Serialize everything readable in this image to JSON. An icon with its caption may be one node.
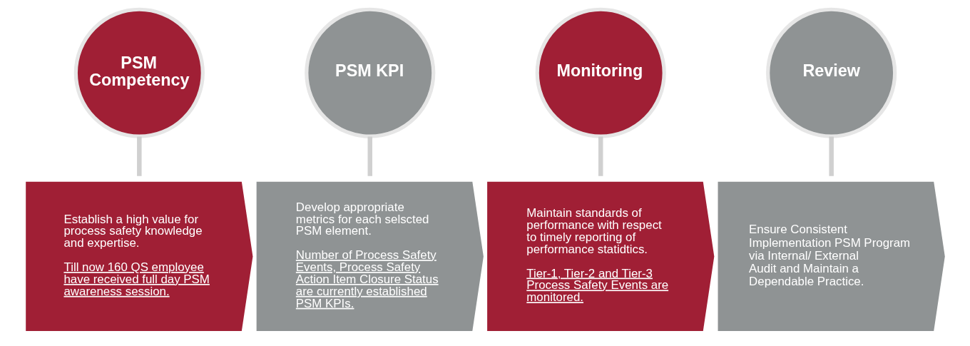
{
  "diagram": {
    "nodes": [
      {
        "text": [
          "PSM Competency"
        ]
      },
      {
        "text": [
          "PSM KPI"
        ]
      },
      {
        "text": [
          "Monitoring"
        ]
      },
      {
        "text": [
          "Review"
        ]
      },
      {
        "text": [
          "Establish a high value for process safety knowledge and expertise.",
          "Till now 160 QS employee have received full day PSM awareness session."
        ]
      },
      {
        "text": [
          "Develop appropriate metrics for each selscted PSM element.",
          "Number of Process Safety Events, Process Safety Action Item Closure Status are currently established PSM KPIs."
        ]
      },
      {
        "text": [
          "Maintain standards of performance with respect to timely reporting of performance statidtics.",
          "Tier-1, Tier-2 and Tier-3 Process Safety Events are monitored."
        ]
      },
      {
        "text": [
          "Ensure Consistent Implementation PSM Program via Internal/ External Audit and Maintain a Dependable Practice."
        ]
      }
    ],
    "edges": [
      {
        "from": 0,
        "to": 4,
        "arrow": "none"
      },
      {
        "from": 1,
        "to": 5,
        "arrow": "none"
      },
      {
        "from": 2,
        "to": 6,
        "arrow": "none"
      },
      {
        "from": 3,
        "to": 7,
        "arrow": "none"
      }
    ]
  }
}
